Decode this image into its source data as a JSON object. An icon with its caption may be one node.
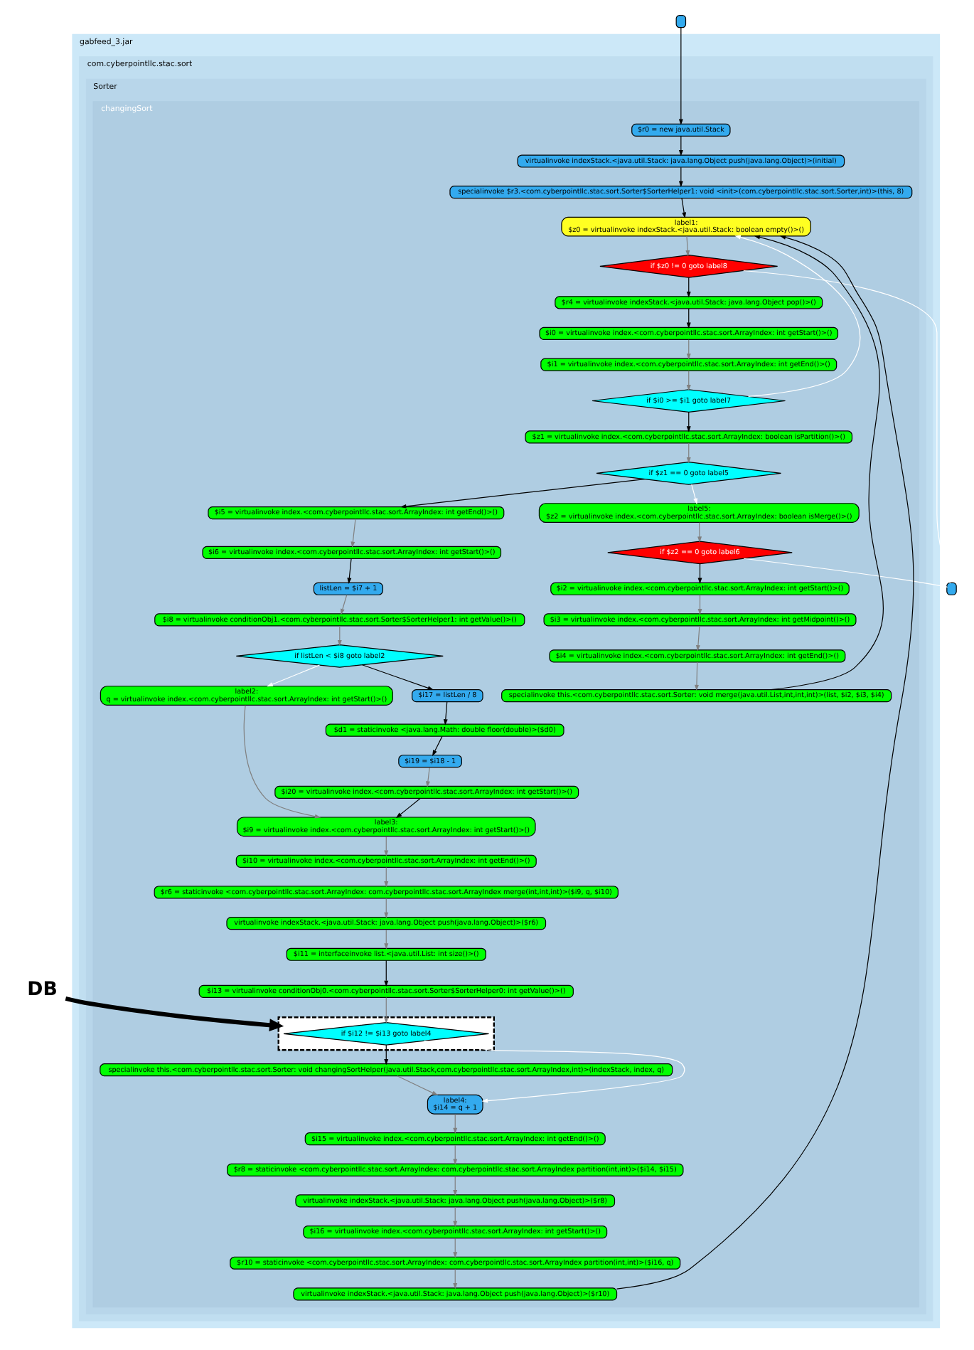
{
  "diagram": {
    "nodes": [
      {
        "text": [
          "gabfeed_3.jar"
        ]
      },
      {
        "text": [
          "com.cyberpointllc.stac.sort"
        ],
        "in": 0
      },
      {
        "text": [
          "Sorter"
        ],
        "in": 1
      },
      {
        "text": [
          "changingSort"
        ],
        "in": 2
      },
      {
        "text": [],
        "shape": "box"
      },
      {
        "text": [
          "$r0 = new java.util.Stack"
        ],
        "in": 3
      },
      {
        "text": [
          "virtualinvoke indexStack.<java.util.Stack: java.lang.Object push(java.lang.Object)>(initial)"
        ],
        "in": 3
      },
      {
        "text": [
          "specialinvoke $r3.<com.cyberpointllc.stac.sort.Sorter$SorterHelper1: void <init>(com.cyberpointllc.stac.sort.Sorter,int)>(this, 8)"
        ],
        "in": 3
      },
      {
        "text": [
          "label1:",
          "$z0 = virtualinvoke indexStack.<java.util.Stack: boolean empty()>()"
        ],
        "in": 3
      },
      {
        "text": [
          "if $z0 != 0 goto label8"
        ],
        "in": 3
      },
      {
        "text": [
          "$r4 = virtualinvoke indexStack.<java.util.Stack: java.lang.Object pop()>()"
        ],
        "in": 3
      },
      {
        "text": [
          "$i0 = virtualinvoke index.<com.cyberpointllc.stac.sort.ArrayIndex: int getStart()>()"
        ],
        "in": 3
      },
      {
        "text": [
          "$i1 = virtualinvoke index.<com.cyberpointllc.stac.sort.ArrayIndex: int getEnd()>()"
        ],
        "in": 3
      },
      {
        "text": [
          "if $i0 >= $i1 goto label7"
        ],
        "in": 3
      },
      {
        "text": [
          "$z1 = virtualinvoke index.<com.cyberpointllc.stac.sort.ArrayIndex: boolean isPartition()>()"
        ],
        "in": 3
      },
      {
        "text": [
          "if $z1 == 0 goto label5"
        ],
        "in": 3
      },
      {
        "text": [
          "label5:",
          "$z2 = virtualinvoke index.<com.cyberpointllc.stac.sort.ArrayIndex: boolean isMerge()>()"
        ],
        "in": 3
      },
      {
        "text": [
          "if $z2 == 0 goto label6"
        ],
        "in": 3
      },
      {
        "text": [
          "$i2 = virtualinvoke index.<com.cyberpointllc.stac.sort.ArrayIndex: int getStart()>()"
        ],
        "in": 3
      },
      {
        "text": [
          "$i3 = virtualinvoke index.<com.cyberpointllc.stac.sort.ArrayIndex: int getMidpoint()>()"
        ],
        "in": 3
      },
      {
        "text": [
          "$i4 = virtualinvoke index.<com.cyberpointllc.stac.sort.ArrayIndex: int getEnd()>()"
        ],
        "in": 3
      },
      {
        "text": [
          "specialinvoke this.<com.cyberpointllc.stac.sort.Sorter: void merge(java.util.List,int,int,int)>(list, $i2, $i3, $i4)"
        ],
        "in": 3
      },
      {
        "text": [
          "$i5 = virtualinvoke index.<com.cyberpointllc.stac.sort.ArrayIndex: int getEnd()>()"
        ],
        "in": 3
      },
      {
        "text": [
          "$i6 = virtualinvoke index.<com.cyberpointllc.stac.sort.ArrayIndex: int getStart()>()"
        ],
        "in": 3
      },
      {
        "text": [
          "listLen = $i7 + 1"
        ],
        "in": 3
      },
      {
        "text": [
          "$i8 = virtualinvoke conditionObj1.<com.cyberpointllc.stac.sort.Sorter$SorterHelper1: int getValue()>()"
        ],
        "in": 3
      },
      {
        "text": [
          "if listLen < $i8 goto label2"
        ],
        "in": 3
      },
      {
        "text": [
          "$i17 = listLen / 8"
        ],
        "in": 3
      },
      {
        "text": [
          "$d1 = staticinvoke <java.lang.Math: double floor(double)>($d0)"
        ],
        "in": 3
      },
      {
        "text": [
          "$i19 = $i18 - 1"
        ],
        "in": 3
      },
      {
        "text": [
          "$i20 = virtualinvoke index.<com.cyberpointllc.stac.sort.ArrayIndex: int getStart()>()"
        ],
        "in": 3
      },
      {
        "text": [
          "label2:",
          "q = virtualinvoke index.<com.cyberpointllc.stac.sort.ArrayIndex: int getStart()>()"
        ],
        "in": 3
      },
      {
        "text": [
          "label3:",
          "$i9 = virtualinvoke index.<com.cyberpointllc.stac.sort.ArrayIndex: int getStart()>()"
        ],
        "in": 3
      },
      {
        "text": [
          "$i10 = virtualinvoke index.<com.cyberpointllc.stac.sort.ArrayIndex: int getEnd()>()"
        ],
        "in": 3
      },
      {
        "text": [
          "$r6 = staticinvoke <com.cyberpointllc.stac.sort.ArrayIndex: com.cyberpointllc.stac.sort.ArrayIndex merge(int,int,int)>($i9, q, $i10)"
        ],
        "in": 3
      },
      {
        "text": [
          "virtualinvoke indexStack.<java.util.Stack: java.lang.Object push(java.lang.Object)>($r6)"
        ],
        "in": 3
      },
      {
        "text": [
          "$i11 = interfaceinvoke list.<java.util.List: int size()>()"
        ],
        "in": 3
      },
      {
        "text": [
          "$i13 = virtualinvoke conditionObj0.<com.cyberpointllc.stac.sort.Sorter$SorterHelper0: int getValue()>()"
        ],
        "in": 3
      },
      {
        "text": [],
        "shape": "box",
        "in": 3
      },
      {
        "text": [
          "if $i12 != $i13 goto label4"
        ],
        "in": 38
      },
      {
        "text": [
          "specialinvoke this.<com.cyberpointllc.stac.sort.Sorter: void changingSortHelper(java.util.Stack,com.cyberpointllc.stac.sort.ArrayIndex,int)>(indexStack, index, q)"
        ],
        "in": 3
      },
      {
        "text": [
          "label4:",
          "$i14 = q + 1"
        ],
        "in": 3
      },
      {
        "text": [
          "$i15 = virtualinvoke index.<com.cyberpointllc.stac.sort.ArrayIndex: int getEnd()>()"
        ],
        "in": 3
      },
      {
        "text": [
          "$r8 = staticinvoke <com.cyberpointllc.stac.sort.ArrayIndex: com.cyberpointllc.stac.sort.ArrayIndex partition(int,int)>($i14, $i15)"
        ],
        "in": 3
      },
      {
        "text": [
          "virtualinvoke indexStack.<java.util.Stack: java.lang.Object push(java.lang.Object)>($r8)"
        ],
        "in": 3
      },
      {
        "text": [
          "$i16 = virtualinvoke index.<com.cyberpointllc.stac.sort.ArrayIndex: int getStart()>()"
        ],
        "in": 3
      },
      {
        "text": [
          "$r10 = staticinvoke <com.cyberpointllc.stac.sort.ArrayIndex: com.cyberpointllc.stac.sort.ArrayIndex partition(int,int)>($i16, q)"
        ],
        "in": 3
      },
      {
        "text": [
          "virtualinvoke indexStack.<java.util.Stack: java.lang.Object push(java.lang.Object)>($r10)"
        ],
        "in": 3
      },
      {
        "text": [],
        "shape": "box"
      },
      {
        "text": [
          "DB"
        ]
      }
    ],
    "edges": [
      {
        "from": 4,
        "to": 5,
        "arrow": "to",
        "color": "#000000"
      },
      {
        "from": 5,
        "to": 6,
        "arrow": "to",
        "color": "#000000"
      },
      {
        "from": 6,
        "to": 7,
        "arrow": "to",
        "color": "#000000"
      },
      {
        "from": 7,
        "to": 8,
        "arrow": "to",
        "color": "#000000"
      },
      {
        "from": 8,
        "to": 9,
        "arrow": "to"
      },
      {
        "from": 9,
        "to": 10,
        "arrow": "to",
        "color": "#000000"
      },
      {
        "from": 9,
        "to": 48,
        "arrow": "to",
        "color": "#ffffff"
      },
      {
        "from": 10,
        "to": 11,
        "arrow": "to",
        "color": "#000000"
      },
      {
        "from": 11,
        "to": 12,
        "arrow": "to"
      },
      {
        "from": 12,
        "to": 13,
        "arrow": "to"
      },
      {
        "from": 13,
        "to": 14,
        "arrow": "to",
        "color": "#000000"
      },
      {
        "from": 13,
        "to": 8,
        "arrow": "to",
        "color": "#ffffff"
      },
      {
        "from": 14,
        "to": 15,
        "arrow": "to"
      },
      {
        "from": 15,
        "to": 16,
        "arrow": "to",
        "color": "#ffffff"
      },
      {
        "from": 15,
        "to": 22,
        "arrow": "to",
        "color": "#000000"
      },
      {
        "from": 16,
        "to": 17,
        "arrow": "to"
      },
      {
        "from": 17,
        "to": 18,
        "arrow": "to",
        "color": "#000000"
      },
      {
        "from": 17,
        "to": 48,
        "arrow": "to",
        "color": "#ffffff"
      },
      {
        "from": 18,
        "to": 19,
        "arrow": "to"
      },
      {
        "from": 19,
        "to": 20,
        "arrow": "to"
      },
      {
        "from": 20,
        "to": 21,
        "arrow": "to"
      },
      {
        "from": 21,
        "to": 8,
        "arrow": "to",
        "color": "#000000"
      },
      {
        "from": 22,
        "to": 23,
        "arrow": "to"
      },
      {
        "from": 23,
        "to": 24,
        "arrow": "to",
        "color": "#000000"
      },
      {
        "from": 24,
        "to": 25,
        "arrow": "to"
      },
      {
        "from": 25,
        "to": 26,
        "arrow": "to"
      },
      {
        "from": 26,
        "to": 27,
        "arrow": "to",
        "color": "#000000"
      },
      {
        "from": 26,
        "to": 31,
        "arrow": "to",
        "color": "#ffffff"
      },
      {
        "from": 27,
        "to": 28,
        "arrow": "to",
        "color": "#000000"
      },
      {
        "from": 28,
        "to": 29,
        "arrow": "to",
        "color": "#000000"
      },
      {
        "from": 29,
        "to": 30,
        "arrow": "to"
      },
      {
        "from": 30,
        "to": 32,
        "arrow": "to",
        "color": "#000000"
      },
      {
        "from": 31,
        "to": 32,
        "arrow": "to"
      },
      {
        "from": 32,
        "to": 33,
        "arrow": "to"
      },
      {
        "from": 33,
        "to": 34,
        "arrow": "to"
      },
      {
        "from": 34,
        "to": 35,
        "arrow": "to"
      },
      {
        "from": 35,
        "to": 36,
        "arrow": "to"
      },
      {
        "from": 36,
        "to": 37,
        "arrow": "to",
        "color": "#000000"
      },
      {
        "from": 37,
        "to": 39,
        "arrow": "to"
      },
      {
        "from": 39,
        "to": 40,
        "arrow": "to",
        "color": "#000000"
      },
      {
        "from": 39,
        "to": 41,
        "arrow": "to",
        "color": "#ffffff"
      },
      {
        "from": 40,
        "to": 41,
        "arrow": "to"
      },
      {
        "from": 41,
        "to": 42,
        "arrow": "to"
      },
      {
        "from": 42,
        "to": 43,
        "arrow": "to"
      },
      {
        "from": 43,
        "to": 44,
        "arrow": "to"
      },
      {
        "from": 44,
        "to": 45,
        "arrow": "to"
      },
      {
        "from": 45,
        "to": 46,
        "arrow": "to"
      },
      {
        "from": 46,
        "to": 47,
        "arrow": "to"
      },
      {
        "from": 47,
        "to": 8,
        "arrow": "to",
        "color": "#000000"
      },
      {
        "from": 49,
        "to": 38,
        "arrow": "to",
        "style": "thick",
        "color": "#000000"
      }
    ]
  }
}
